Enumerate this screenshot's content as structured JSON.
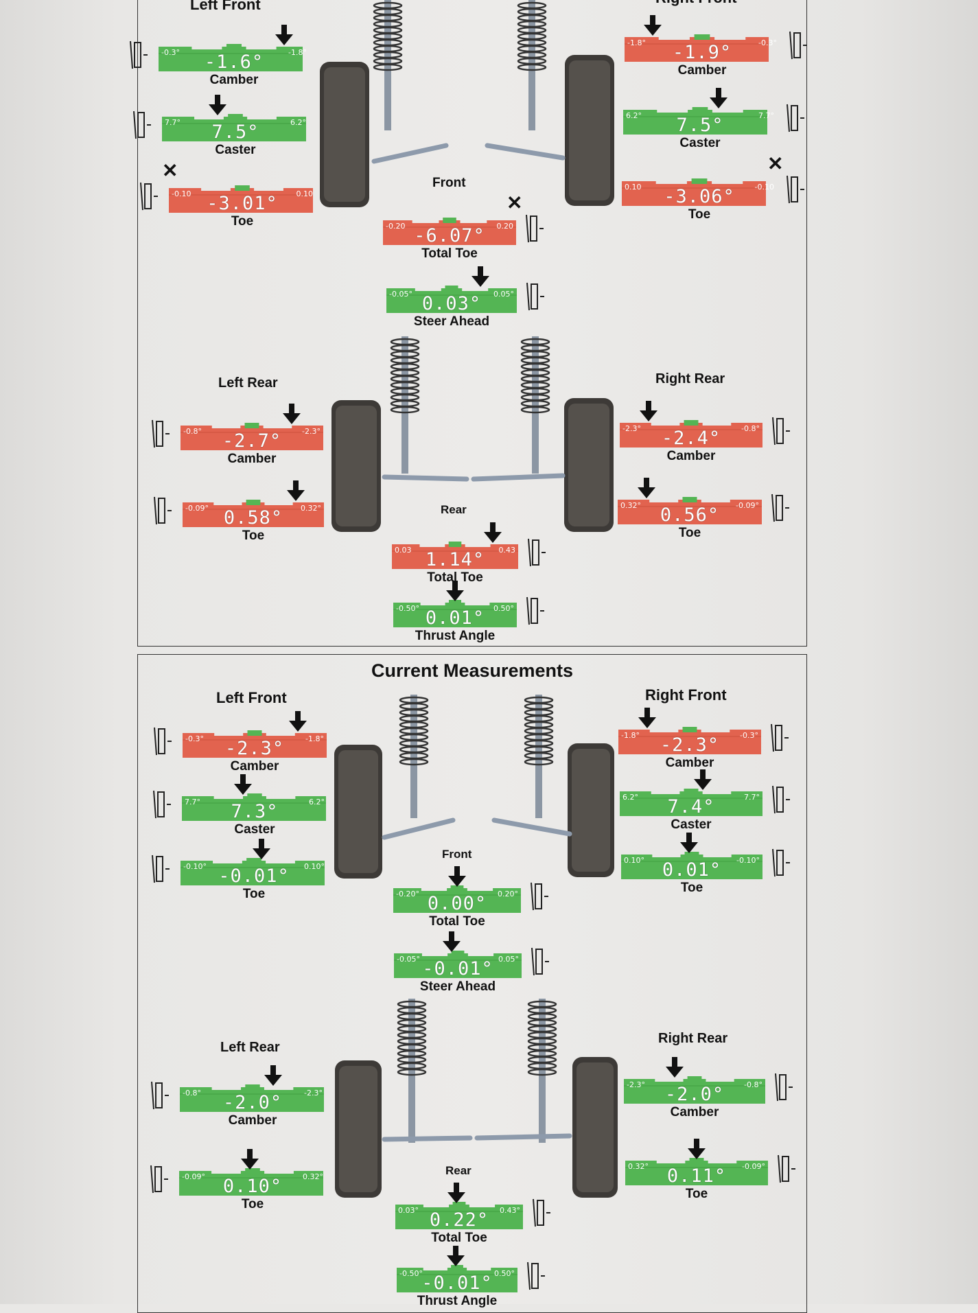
{
  "colors": {
    "green": "#54b554",
    "red": "#e2634f",
    "bar_dark_green": "#2d8a2d",
    "bar_dark_red": "#b8402f"
  },
  "before": {
    "front_label": "Front",
    "rear_label": "Rear",
    "left_front": {
      "label": "Left Front",
      "camber": {
        "min": "-0.3°",
        "max": "-1.8°",
        "value": "-1.6°",
        "caption": "Camber",
        "status": "green",
        "pos": 0.83
      },
      "caster": {
        "min": "7.7°",
        "max": "6.2°",
        "value": "7.5°",
        "caption": "Caster",
        "status": "green",
        "pos": 0.38
      },
      "toe": {
        "min": "-0.10",
        "max": "0.10",
        "value": "-3.01°",
        "caption": "Toe",
        "status": "red",
        "pos": null
      }
    },
    "right_front": {
      "label": "Right Front",
      "camber": {
        "min": "-1.8°",
        "max": "-0.3°",
        "value": "-1.9°",
        "caption": "Camber",
        "status": "red",
        "pos": 0.18
      },
      "caster": {
        "min": "6.2°",
        "max": "7.7°",
        "value": "7.5°",
        "caption": "Caster",
        "status": "green",
        "pos": 0.62
      },
      "toe": {
        "min": "0.10",
        "max": "-0.10",
        "value": "-3.06°",
        "caption": "Toe",
        "status": "red",
        "pos": null
      }
    },
    "total_toe_front": {
      "min": "-0.20",
      "max": "0.20",
      "value": "-6.07°",
      "caption": "Total Toe",
      "status": "red",
      "pos": null
    },
    "steer_ahead": {
      "min": "-0.05°",
      "max": "0.05°",
      "value": "0.03°",
      "caption": "Steer Ahead",
      "status": "green",
      "pos": 0.72
    },
    "left_rear": {
      "label": "Left Rear",
      "camber": {
        "min": "-0.8°",
        "max": "-2.3°",
        "value": "-2.7°",
        "caption": "Camber",
        "status": "red",
        "pos": 0.78
      },
      "toe": {
        "min": "-0.09°",
        "max": "0.32°",
        "value": "0.58°",
        "caption": "Toe",
        "status": "red",
        "pos": 0.8
      }
    },
    "right_rear": {
      "label": "Right Rear",
      "camber": {
        "min": "-2.3°",
        "max": "-0.8°",
        "value": "-2.4°",
        "caption": "Camber",
        "status": "red",
        "pos": 0.2
      },
      "toe": {
        "min": "0.32°",
        "max": "-0.09°",
        "value": "0.56°",
        "caption": "Toe",
        "status": "red",
        "pos": 0.2
      }
    },
    "total_toe_rear": {
      "min": "0.03",
      "max": "0.43",
      "value": "1.14°",
      "caption": "Total Toe",
      "status": "red",
      "pos": 0.8
    },
    "thrust_angle": {
      "min": "-0.50°",
      "max": "0.50°",
      "value": "0.01°",
      "caption": "Thrust Angle",
      "status": "green",
      "pos": 0.5
    }
  },
  "current": {
    "title": "Current Measurements",
    "front_label": "Front",
    "rear_label": "Rear",
    "left_front": {
      "label": "Left Front",
      "camber": {
        "min": "-0.3°",
        "max": "-1.8°",
        "value": "-2.3°",
        "caption": "Camber",
        "status": "red",
        "pos": 0.8
      },
      "caster": {
        "min": "7.7°",
        "max": "6.2°",
        "value": "7.3°",
        "caption": "Caster",
        "status": "green",
        "pos": 0.42
      },
      "toe": {
        "min": "-0.10°",
        "max": "0.10°",
        "value": "-0.01°",
        "caption": "Toe",
        "status": "green",
        "pos": 0.55
      }
    },
    "right_front": {
      "label": "Right Front",
      "camber": {
        "min": "-1.8°",
        "max": "-0.3°",
        "value": "-2.3°",
        "caption": "Camber",
        "status": "red",
        "pos": 0.2
      },
      "caster": {
        "min": "6.2°",
        "max": "7.7°",
        "value": "7.4°",
        "caption": "Caster",
        "status": "green",
        "pos": 0.58
      },
      "toe": {
        "min": "0.10°",
        "max": "-0.10°",
        "value": "0.01°",
        "caption": "Toe",
        "status": "green",
        "pos": 0.48
      }
    },
    "total_toe_front": {
      "min": "-0.20°",
      "max": "0.20°",
      "value": "0.00°",
      "caption": "Total Toe",
      "status": "green",
      "pos": 0.5
    },
    "steer_ahead": {
      "min": "-0.05°",
      "max": "0.05°",
      "value": "-0.01°",
      "caption": "Steer Ahead",
      "status": "green",
      "pos": 0.45
    },
    "left_rear": {
      "label": "Left Rear",
      "camber": {
        "min": "-0.8°",
        "max": "-2.3°",
        "value": "-2.0°",
        "caption": "Camber",
        "status": "green",
        "pos": 0.64
      },
      "toe": {
        "min": "-0.09°",
        "max": "0.32°",
        "value": "0.10°",
        "caption": "Toe",
        "status": "green",
        "pos": 0.48
      }
    },
    "right_rear": {
      "label": "Right Rear",
      "camber": {
        "min": "-2.3°",
        "max": "-0.8°",
        "value": "-2.0°",
        "caption": "Camber",
        "status": "green",
        "pos": 0.36
      },
      "toe": {
        "min": "0.32°",
        "max": "-0.09°",
        "value": "0.11°",
        "caption": "Toe",
        "status": "green",
        "pos": 0.5
      }
    },
    "total_toe_rear": {
      "min": "0.03°",
      "max": "0.43°",
      "value": "0.22°",
      "caption": "Total Toe",
      "status": "green",
      "pos": 0.48
    },
    "thrust_angle": {
      "min": "-0.50°",
      "max": "0.50°",
      "value": "-0.01°",
      "caption": "Thrust Angle",
      "status": "green",
      "pos": 0.49
    }
  }
}
